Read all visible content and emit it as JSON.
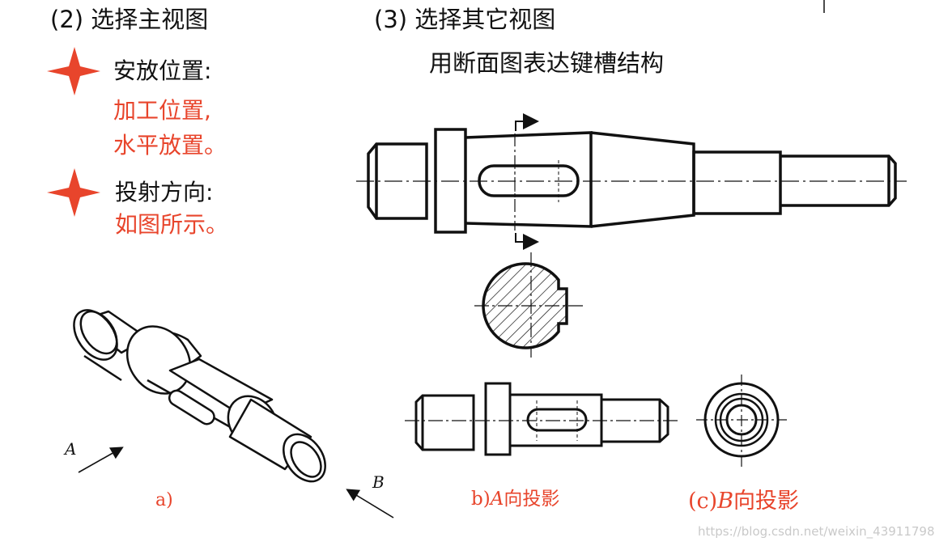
{
  "left": {
    "heading": "(2) 选择主视图",
    "item1_label": "安放位置:",
    "item1_detail_line1": "加工位置,",
    "item1_detail_line2": "水平放置。",
    "item2_label": "投射方向:",
    "item2_detail": "如图所示。"
  },
  "right": {
    "heading": "(3) 选择其它视图",
    "subheading": "用断面图表达键槽结构"
  },
  "figure_labels": {
    "arrow_a": "A",
    "arrow_b": "B",
    "caption_a": "a)",
    "caption_b_prefix": "b)",
    "caption_b_letter": "A",
    "caption_b_suffix": "向投影",
    "caption_c_prefix": "(c)",
    "caption_c_letter": "B",
    "caption_c_suffix": "向投影"
  },
  "watermark": "https://blog.csdn.net/weixin_43911798",
  "colors": {
    "accent": "#e8452c",
    "ink": "#111111"
  },
  "icons": [
    "red-four-point-star-icon",
    "red-four-point-star-icon"
  ]
}
